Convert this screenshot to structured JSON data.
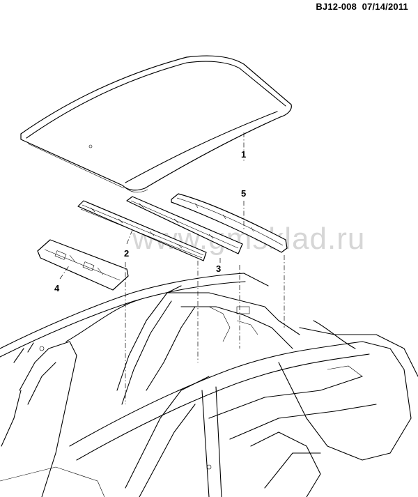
{
  "header": {
    "code": "BJ12-008",
    "date": "07/14/2011"
  },
  "watermark": "www.gmsklad.ru",
  "callouts": [
    {
      "id": "1",
      "label": "1"
    },
    {
      "id": "2",
      "label": "2"
    },
    {
      "id": "3",
      "label": "3"
    },
    {
      "id": "4",
      "label": "4"
    },
    {
      "id": "5",
      "label": "5"
    }
  ]
}
